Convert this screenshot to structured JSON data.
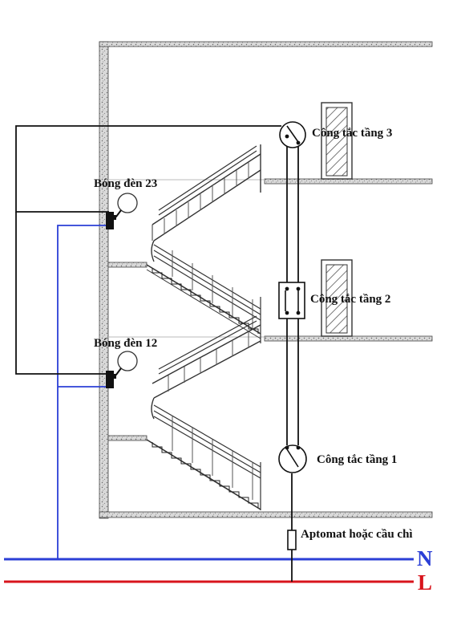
{
  "labels": {
    "switch_floor3": "Công tắc tầng 3",
    "switch_floor2": "Công tắc tầng 2",
    "switch_floor1": "Công tắc tầng 1",
    "lamp_23": "Bóng đèn 23",
    "lamp_12": "Bóng đèn 12",
    "breaker": "Aptomat hoặc cầu chì",
    "neutral": "N",
    "live": "L"
  },
  "colors": {
    "neutral_wire": "#2b3fd6",
    "live_wire": "#d8141c",
    "signal_wire": "#111111"
  }
}
